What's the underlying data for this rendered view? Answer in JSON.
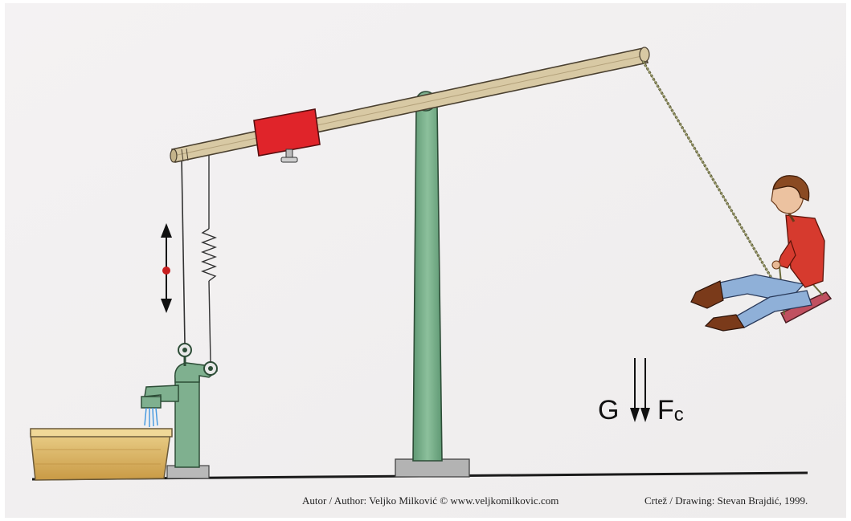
{
  "labels": {
    "g": "G",
    "fc_main": "F",
    "fc_sub": "c"
  },
  "credits": {
    "author": "Autor / Author: Veljko Milković  © www.veljkomilkovic.com",
    "drawing": "Crtež / Drawing: Stevan Brajdić, 1999."
  },
  "colors": {
    "paper": "#f3f1f1",
    "pillar": "#7fb08f",
    "pump": "#7fb08f",
    "beam": "#d8c9a4",
    "weight": "#e0242a",
    "trough": "#d9b25c",
    "shirt": "#d63a2e",
    "jeans": "#8fb0d8",
    "seat": "#c05060",
    "arrow_marker": "#c81e1e",
    "ground": "#1a1a1a"
  }
}
